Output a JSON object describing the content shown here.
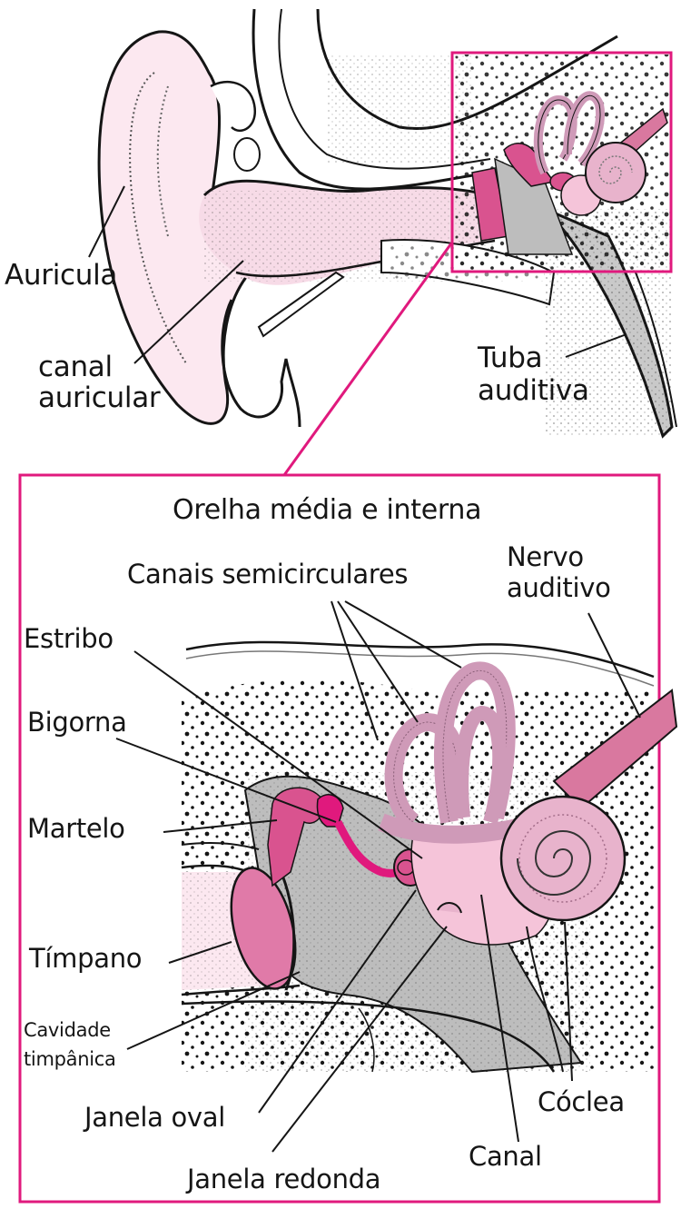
{
  "diagram": {
    "colors": {
      "accent_frame": "#e0197d",
      "skin_light": "#fce8f0",
      "cartilage_pink": "#f4d3e2",
      "ossicle_pink": "#d9538f",
      "labyrinth_mauve": "#cf9ab8",
      "cochlea_pink": "#e8b3cc",
      "vestibule_pink": "#f5c4d9",
      "nerve_pink": "#d9789f",
      "membrane_gray": "#bdbdbd",
      "line": "#141414"
    },
    "overview": {
      "labels": {
        "auricula": "Auricula",
        "canal_auricular": [
          "canal",
          "auricular"
        ],
        "tuba_auditiva": [
          "Tuba",
          "auditiva"
        ]
      }
    },
    "inset": {
      "title": "Orelha média e interna",
      "labels": {
        "canais_semicirculares": "Canais semicirculares",
        "nervo_auditivo": [
          "Nervo",
          "auditivo"
        ],
        "estribo": "Estribo",
        "bigorna": "Bigorna",
        "martelo": "Martelo",
        "timpano": "Tímpano",
        "cavidade_timpanica": [
          "Cavidade",
          "timpânica"
        ],
        "janela_oval": "Janela oval",
        "janela_redonda": "Janela redonda",
        "canal": "Canal",
        "coclea": "Cóclea"
      }
    }
  }
}
